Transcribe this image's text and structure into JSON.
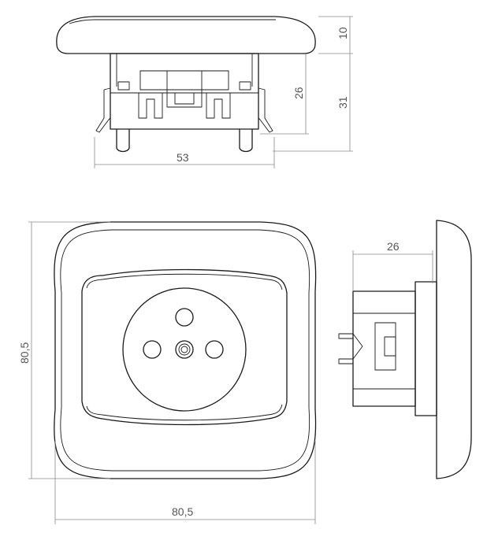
{
  "dimensions": {
    "top_view": {
      "cover_height": "10",
      "body_height": "26",
      "total_height": "31",
      "width": "53"
    },
    "front_view": {
      "height": "80,5",
      "width": "80,5"
    },
    "side_view": {
      "depth": "26"
    }
  },
  "colors": {
    "line": "#1a1a1a",
    "dimension": "#8a8a8a",
    "dimension_text": "#555555",
    "background": "#ffffff"
  }
}
